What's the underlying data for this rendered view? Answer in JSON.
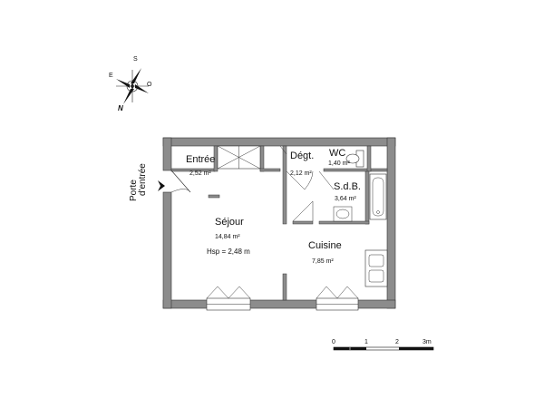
{
  "compass": {
    "north": "N",
    "south": "S",
    "east": "E",
    "west": "O"
  },
  "rooms": {
    "entree": {
      "name": "Entrée",
      "area": "2,52 m²"
    },
    "degt": {
      "name": "Dégt.",
      "area": "2,12 m²"
    },
    "wc": {
      "name": "WC",
      "area": "1,40 m²"
    },
    "sdb": {
      "name": "S.d.B.",
      "area": "3,64 m²"
    },
    "sejour": {
      "name": "Séjour",
      "area": "14,84 m²",
      "height": "Hsp = 2,48 m"
    },
    "cuisine": {
      "name": "Cuisine",
      "area": "7,85 m²"
    }
  },
  "entrance": {
    "line1": "Porte",
    "line2": "d'entrée"
  },
  "scale": {
    "t0": "0",
    "t1": "1",
    "t2": "2",
    "t3": "3m"
  },
  "colors": {
    "wall": "#8c8c8c",
    "wall_stroke": "#333333"
  }
}
